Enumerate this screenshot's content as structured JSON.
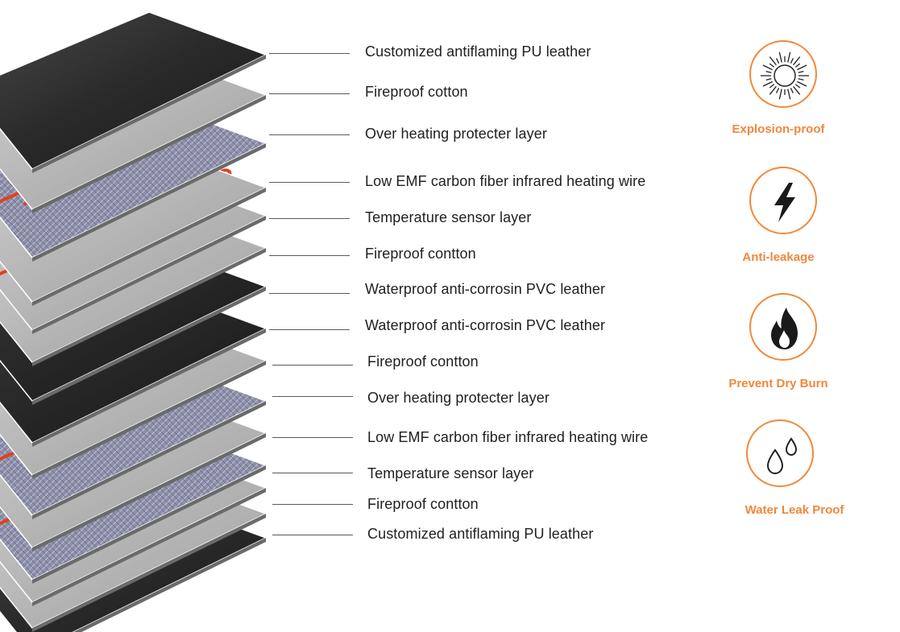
{
  "layers": [
    "Customized antiflaming PU leather",
    "Fireproof cotton",
    "Over heating protecter layer",
    "Low EMF carbon fiber infrared heating wire",
    "Temperature sensor layer",
    "Fireproof contton",
    "Waterproof anti-corrosin PVC leather",
    "Waterproof anti-corrosin PVC leather",
    "Fireproof contton",
    "Over heating protecter layer",
    "Low EMF carbon fiber infrared heating wire",
    "Temperature sensor layer",
    "Fireproof contton",
    "Customized antiflaming PU leather"
  ],
  "features": [
    {
      "label": "Explosion-proof",
      "icon": "explosion-icon"
    },
    {
      "label": "Anti-leakage",
      "icon": "lightning-icon"
    },
    {
      "label": "Prevent Dry Burn",
      "icon": "flame-icon"
    },
    {
      "label": "Water Leak Proof",
      "icon": "water-drops-icon"
    }
  ],
  "colors": {
    "accent": "#f08a3a",
    "heating_wire": "#e0401e",
    "sensor": "#8c90d8",
    "leather_dark": "#2c2c2c",
    "mesh": "#8a8ea8",
    "cotton": "#b4b4b4"
  }
}
